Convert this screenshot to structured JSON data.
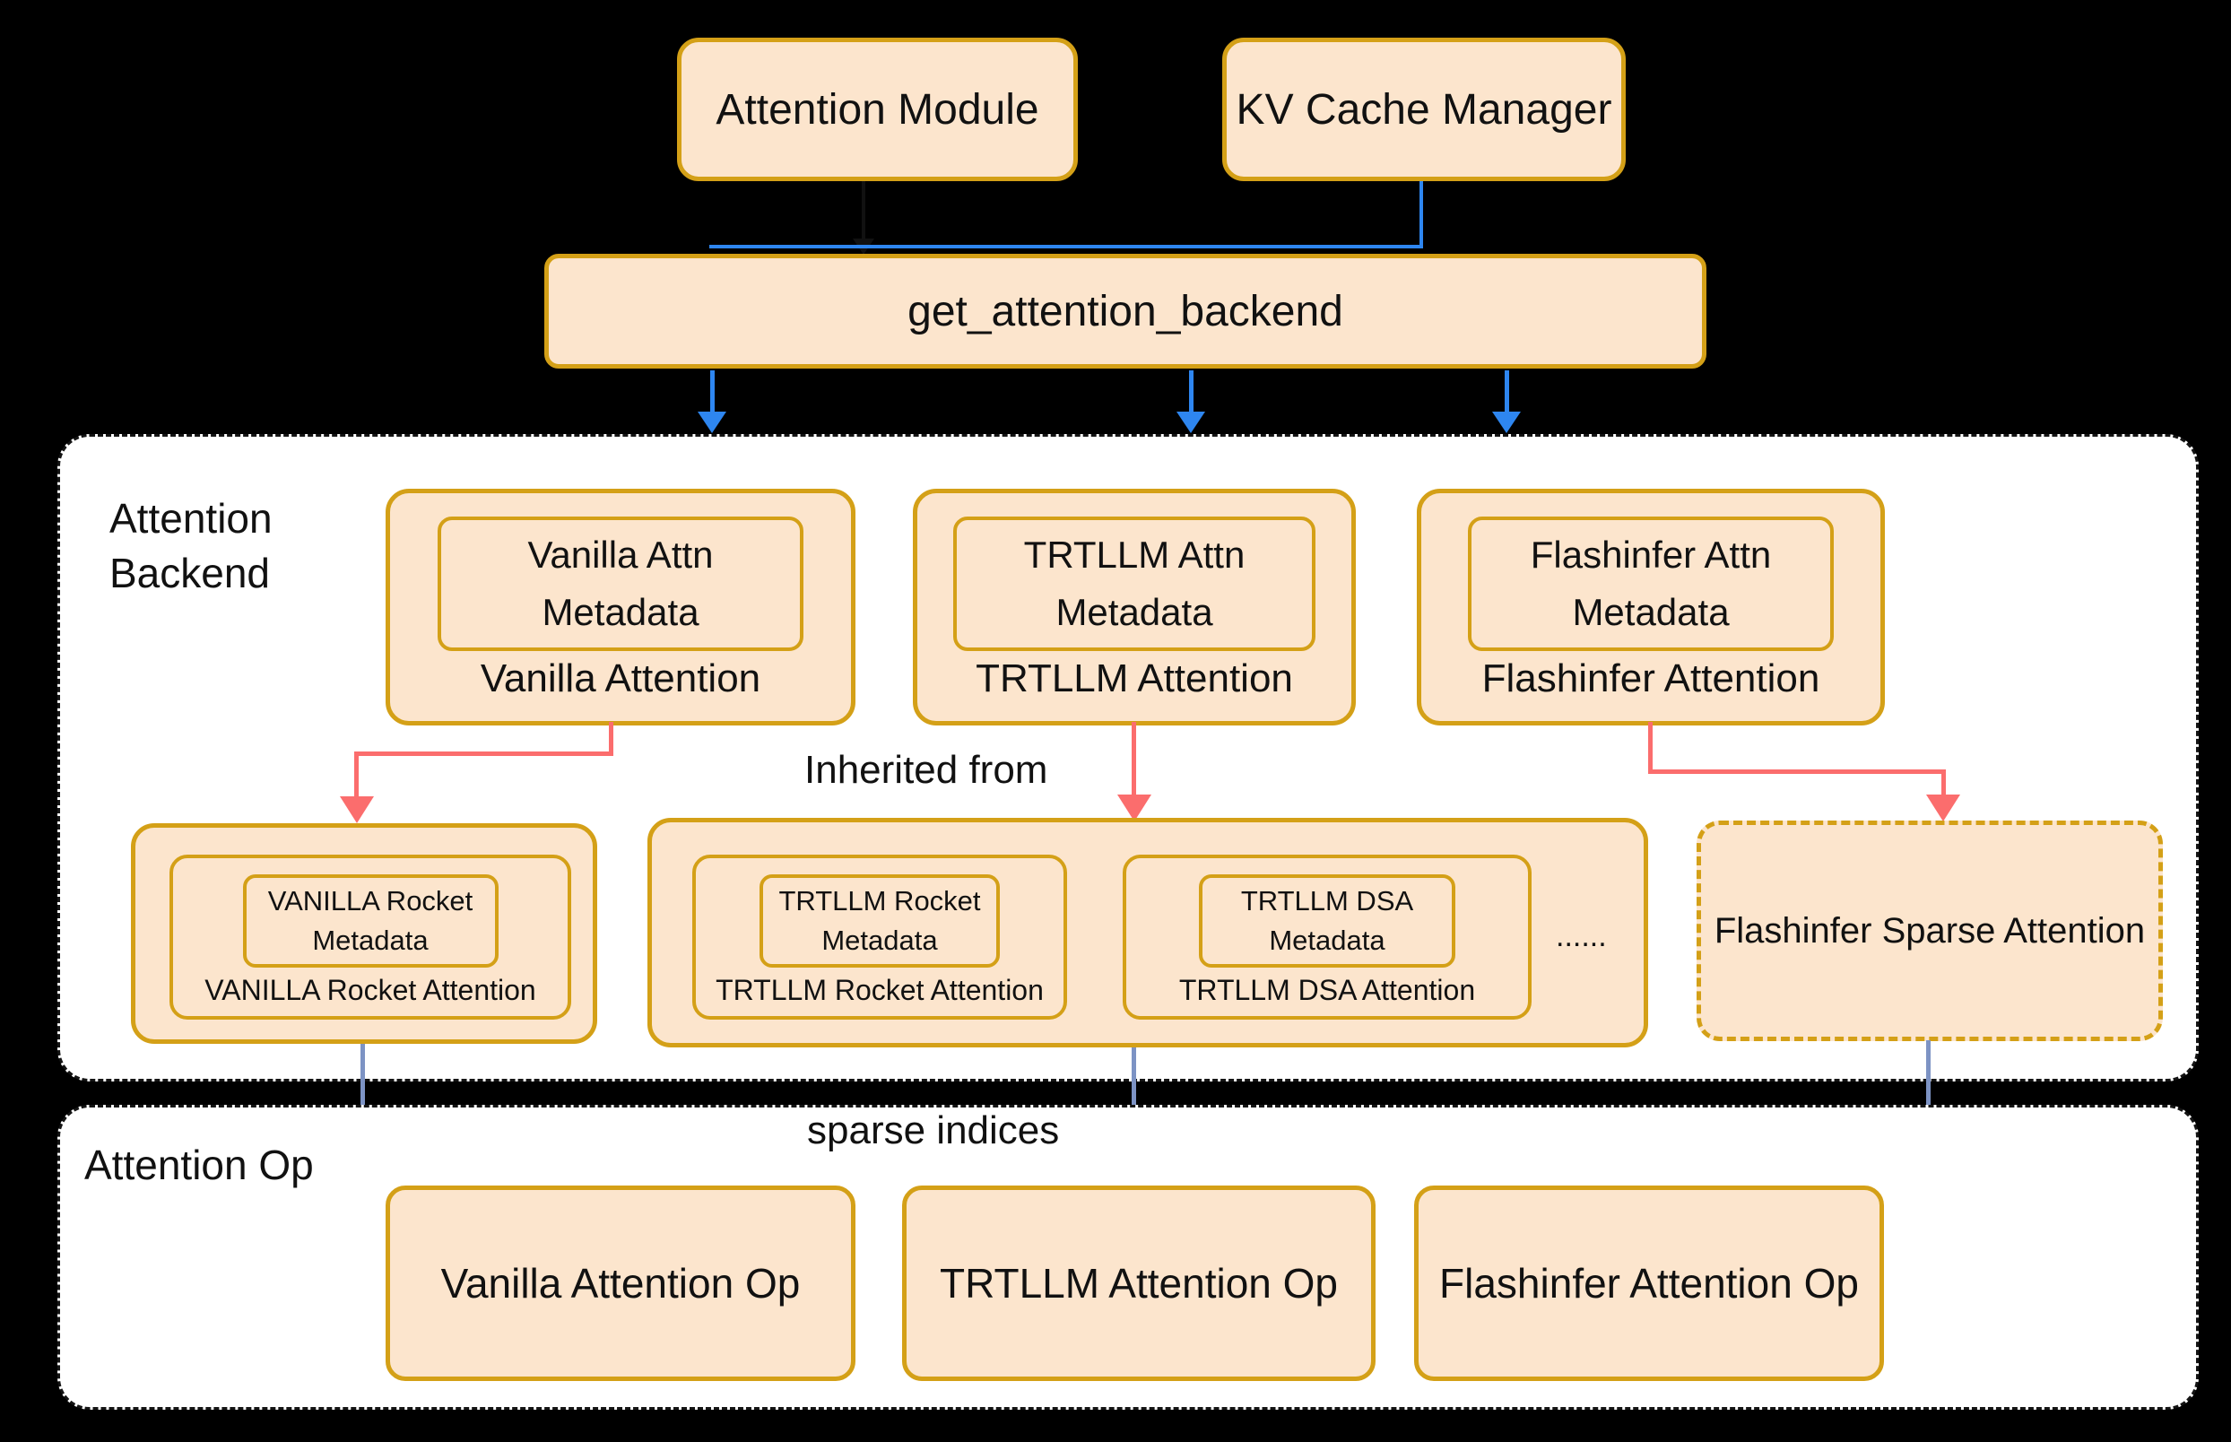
{
  "top_row": {
    "attention_module_label": "Attention Module",
    "kv_cache_manager_label": "KV Cache Manager",
    "get_attention_backend_label": "get_attention_backend"
  },
  "attention_backend_section": {
    "title_line1": "Attention",
    "title_line2": "Backend",
    "inherited_from_label": "Inherited from",
    "backends": [
      {
        "metadata_line1": "Vanilla Attn",
        "metadata_line2": "Metadata",
        "label": "Vanilla Attention"
      },
      {
        "metadata_line1": "TRTLLM Attn",
        "metadata_line2": "Metadata",
        "label": "TRTLLM Attention"
      },
      {
        "metadata_line1": "Flashinfer Attn",
        "metadata_line2": "Metadata",
        "label": "Flashinfer Attention"
      }
    ],
    "derived": {
      "vanilla_rocket": {
        "metadata_line1": "VANILLA Rocket",
        "metadata_line2": "Metadata",
        "label": "VANILLA Rocket Attention"
      },
      "trtllm_rocket": {
        "metadata_line1": "TRTLLM Rocket",
        "metadata_line2": "Metadata",
        "label": "TRTLLM Rocket Attention"
      },
      "trtllm_dsa": {
        "metadata_line1": "TRTLLM DSA",
        "metadata_line2": "Metadata",
        "label": "TRTLLM DSA Attention"
      },
      "ellipsis": "......",
      "flashinfer_sparse_label": "Flashinfer Sparse Attention"
    }
  },
  "attention_op_section": {
    "title": "Attention Op",
    "sparse_indices_label": "sparse indices",
    "ops": [
      {
        "label": "Vanilla Attention Op"
      },
      {
        "label": "TRTLLM Attention Op"
      },
      {
        "label": "Flashinfer Attention Op"
      }
    ]
  },
  "colors": {
    "background": "#000000",
    "box_fill": "#FCE5CD",
    "box_border": "#D4A017",
    "section_fill": "#FFFFFF",
    "section_border": "#141414",
    "flow_arrow_blue": "#2E86F0",
    "inherit_arrow_red": "#FB6D6D",
    "op_arrow_slate": "#7D93C4",
    "text": "#111111"
  }
}
